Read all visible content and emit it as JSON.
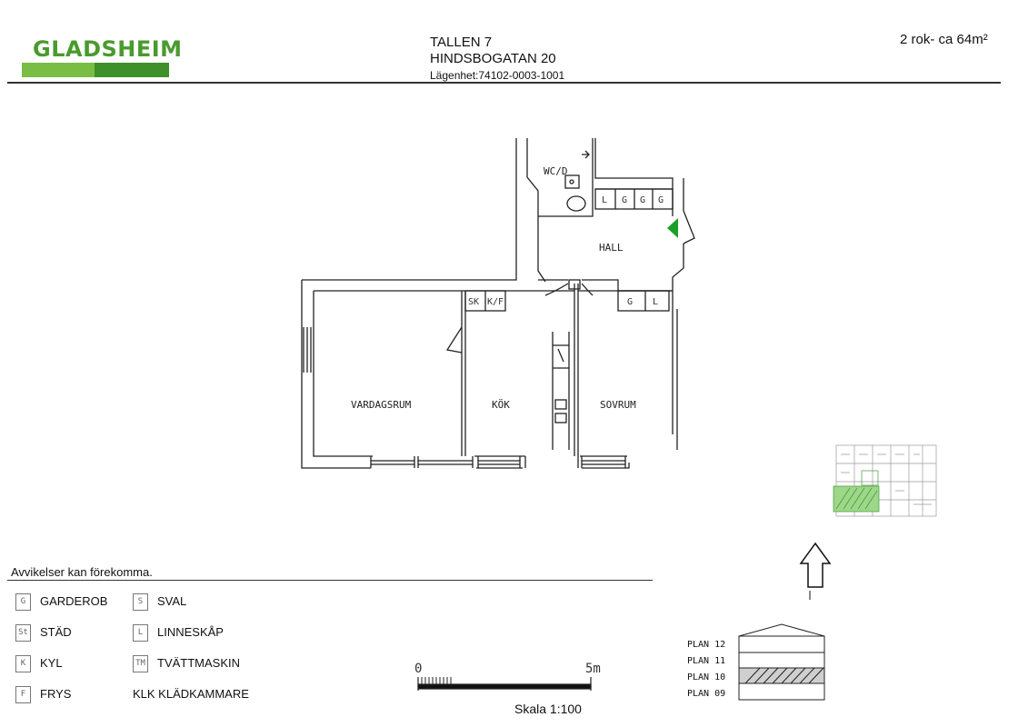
{
  "header": {
    "logo": "GLADSHEIM",
    "title": "TALLEN 7",
    "street": "HINDSBOGATAN 20",
    "apartment": "Lägenhet:74102-0003-1001",
    "size": "2 rok- ca 64m²"
  },
  "plan": {
    "rooms": {
      "wc": "WC/D",
      "hall": "HALL",
      "living": "VARDAGSRUM",
      "kitchen": "KÖK",
      "bedroom": "SOVRUM"
    },
    "hall_storage": [
      "L",
      "G",
      "G",
      "G"
    ],
    "kitchen_storage": [
      "SK",
      "K/F"
    ],
    "bedroom_storage": [
      "G",
      "L"
    ],
    "accent_color": "#1aa02a"
  },
  "disclaimer": "Avvikelser kan förekomma.",
  "legend": [
    {
      "code": "G",
      "label": "GARDEROB"
    },
    {
      "code": "St",
      "label": "STÄD"
    },
    {
      "code": "K",
      "label": "KYL"
    },
    {
      "code": "F",
      "label": "FRYS"
    },
    {
      "code": "S",
      "label": "SVAL"
    },
    {
      "code": "L",
      "label": "LINNESKÅP"
    },
    {
      "code": "TM",
      "label": "TVÄTTMASKIN"
    },
    {
      "code": "",
      "label": "KLK KLÄDKAMMARE"
    }
  ],
  "scale": {
    "start": "0",
    "end": "5m",
    "label": "Skala 1:100"
  },
  "floors": [
    "PLAN 12",
    "PLAN 11",
    "PLAN 10",
    "PLAN 09"
  ],
  "current_floor": "PLAN 10"
}
